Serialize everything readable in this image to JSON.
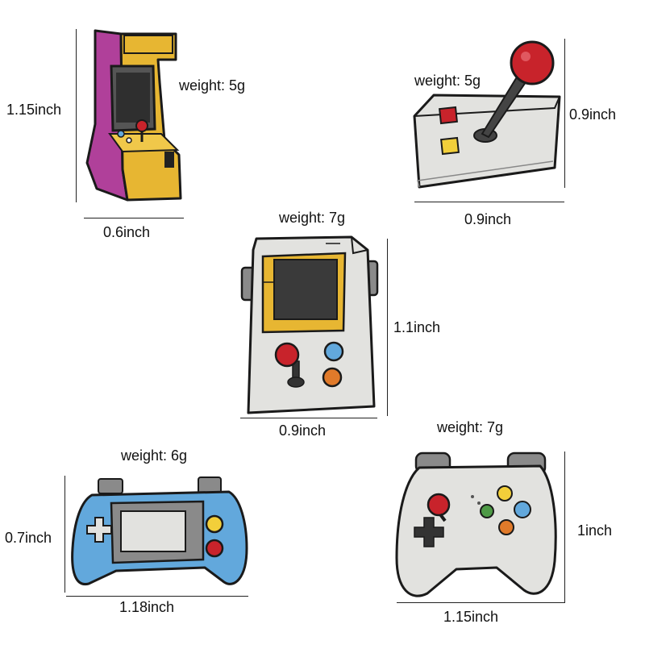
{
  "pins": [
    {
      "name": "arcade-cabinet",
      "weight": "weight: 5g",
      "height": "1.15inch",
      "width": "0.6inch"
    },
    {
      "name": "arcade-joystick",
      "weight": "weight: 5g",
      "height": "0.9inch",
      "width": "0.9inch"
    },
    {
      "name": "handheld-console",
      "weight": "weight: 7g",
      "height": "1.1inch",
      "width": "0.9inch"
    },
    {
      "name": "blue-handheld-controller",
      "weight": "weight: 6g",
      "height": "0.7inch",
      "width": "1.18inch"
    },
    {
      "name": "white-gamepad",
      "weight": "weight: 7g",
      "height": "1inch",
      "width": "1.15inch"
    }
  ],
  "colors": {
    "outline": "#1a1a1a",
    "purple": "#b0409a",
    "yellow": "#e7b632",
    "red": "#c8232b",
    "blue": "#62a8dc",
    "orange": "#e07a2a",
    "green": "#4e9a46",
    "gray": "#8a8a8a",
    "light_gray": "#e2e2df",
    "screen": "#333333"
  }
}
